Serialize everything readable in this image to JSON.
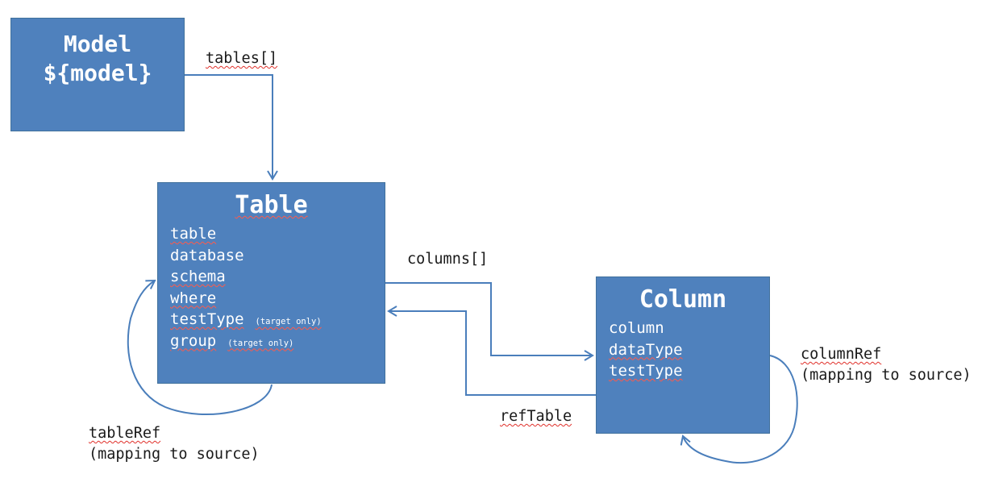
{
  "model": {
    "title_line1": "Model",
    "title_line2": "${model}"
  },
  "table": {
    "title": "Table",
    "fields": [
      {
        "name": "table",
        "note": ""
      },
      {
        "name": "database",
        "note": ""
      },
      {
        "name": "schema",
        "note": ""
      },
      {
        "name": "where",
        "note": ""
      },
      {
        "name": "testType",
        "note": "(target only)"
      },
      {
        "name": "group",
        "note": "(target only)"
      }
    ]
  },
  "column": {
    "title": "Column",
    "fields": [
      {
        "name": "column"
      },
      {
        "name": "dataType"
      },
      {
        "name": "testType"
      }
    ]
  },
  "edges": {
    "tables": "tables[]",
    "columns": "columns[]",
    "ref_table": "refTable",
    "table_ref": "tableRef",
    "table_ref_note": "(mapping to source)",
    "column_ref": "columnRef",
    "column_ref_note": "(mapping to source)"
  },
  "colors": {
    "box_fill": "#4f81bd",
    "box_border": "#41719c",
    "connector": "#4a7ebb",
    "text": "#1a1a1a"
  }
}
